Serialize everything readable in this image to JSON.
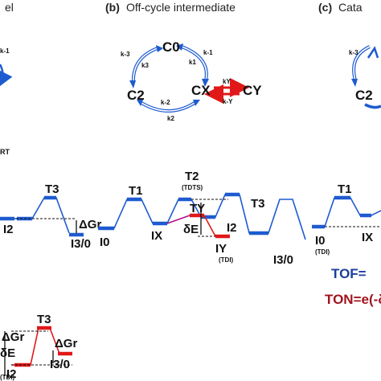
{
  "colors": {
    "blue": "#1e5bd0",
    "red": "#e01818",
    "magenta": "#b0128a",
    "dark_red": "#a0141e",
    "dark_blue": "#1b3e9c",
    "black": "#111111"
  },
  "headers": {
    "a_tail": "el",
    "b_letter": "(b)",
    "b_title": "Off-cycle intermediate",
    "c_letter": "(c)",
    "c_title": "Cata"
  },
  "cycles": {
    "a": {
      "k_minus1": "k-1"
    },
    "b": {
      "c0": "C0",
      "c2": "C2",
      "cx": "CX",
      "cy": "CY",
      "k3_outer": "k-3",
      "k3_inner": "k3",
      "k1_inner": "k1",
      "k1_outer": "k-1",
      "k2_inner": "k-2",
      "k2_outer": "k2",
      "ky": "kY",
      "k_minus_y": "k-Y"
    },
    "c": {
      "k3": "k-3",
      "c2": "C2"
    }
  },
  "left_panel": {
    "label_rt": "RT",
    "i2": "I2",
    "t3": "T3",
    "dg_r": "ΔGr",
    "i30": "I3/0",
    "red_dg_r": "ΔGr",
    "red_t3": "T3",
    "red_de": "δE",
    "red_dg_r2": "ΔGr",
    "red_i30": "I3/0",
    "red_i2": "I2",
    "red_tdi": "(TDI)"
  },
  "middle_panel": {
    "i0": "I0",
    "t1": "T1",
    "ix": "IX",
    "t2": "T2",
    "tdts": "(TDTS)",
    "ty": "TY",
    "de": "δE",
    "iy": "IY",
    "tdi": "(TDI)",
    "i2": "I2",
    "t3": "T3",
    "i30": "I3/0"
  },
  "right_panel": {
    "t1": "T1",
    "i0": "I0",
    "tdi": "(TDI)",
    "ix": "IX",
    "tof": "TOF=",
    "ton": "TON=e(-δE"
  }
}
